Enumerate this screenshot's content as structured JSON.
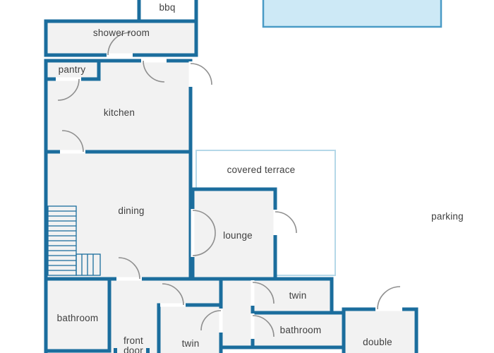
{
  "plan": {
    "rooms": {
      "bbq": {
        "label": "bbq"
      },
      "shower_room": {
        "label": "shower room"
      },
      "pantry": {
        "label": "pantry"
      },
      "kitchen": {
        "label": "kitchen"
      },
      "dining": {
        "label": "dining"
      },
      "covered_terrace": {
        "label": "covered terrace"
      },
      "lounge": {
        "label": "lounge"
      },
      "parking": {
        "label": "parking"
      },
      "bathroom_left": {
        "label": "bathroom"
      },
      "front_door": {
        "label_line1": "front",
        "label_line2": "door"
      },
      "twin_bottom": {
        "label": "twin"
      },
      "twin_right": {
        "label": "twin"
      },
      "bathroom_right": {
        "label": "bathroom"
      },
      "double": {
        "label": "double"
      }
    },
    "colors": {
      "wall": "#1b6d9d",
      "room_fill": "#f2f2f2",
      "terrace_border": "#b5d8e8",
      "pool_fill": "#cde9f6",
      "pool_border": "#4a9bc6",
      "door_arc": "#8f8f8f",
      "label_text": "#3f3f3f",
      "background": "#ffffff"
    }
  }
}
